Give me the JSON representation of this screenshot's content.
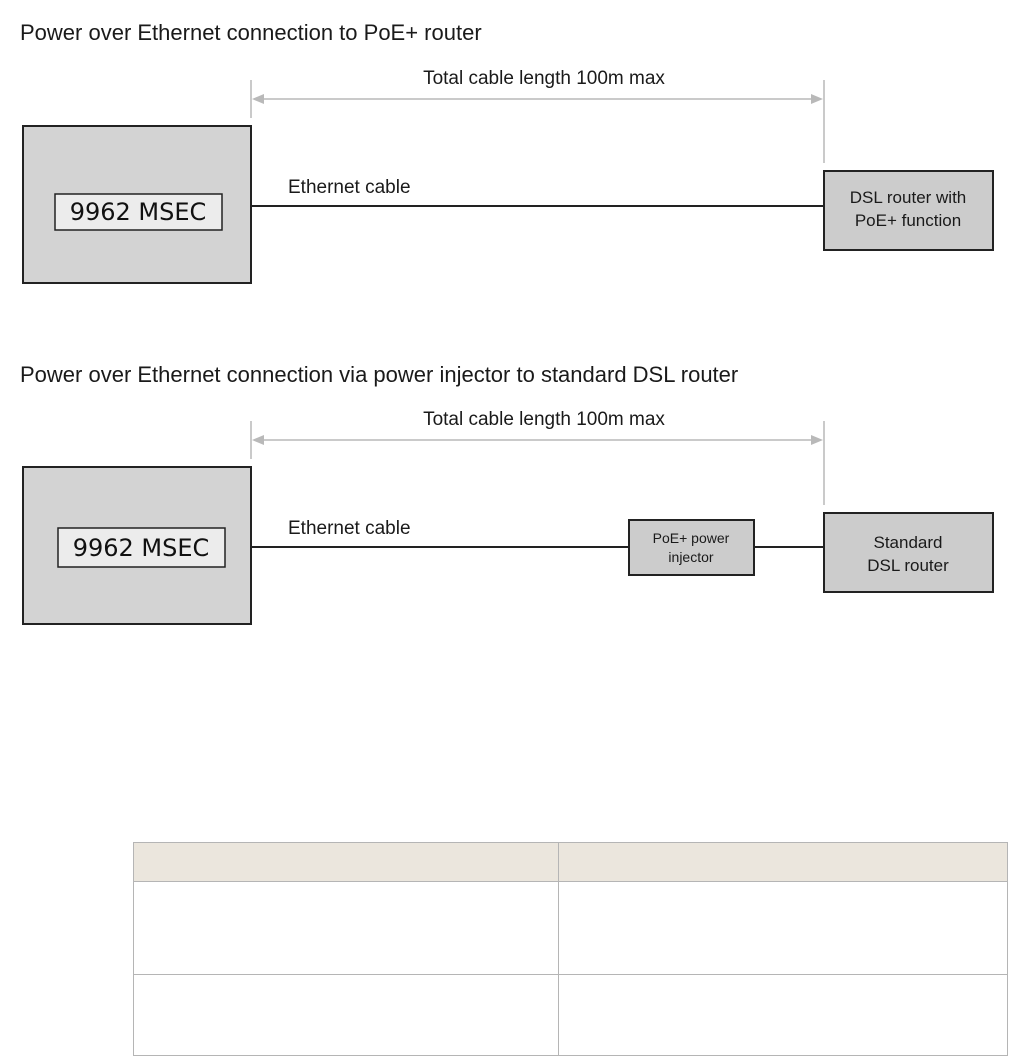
{
  "diagram1": {
    "heading": "Power over Ethernet connection to PoE+ router",
    "dimension_label": "Total cable length 100m max",
    "cable_label": "Ethernet cable",
    "device_label": "9962 MSEC",
    "router_label_lines": [
      "DSL router with",
      "PoE+ function"
    ]
  },
  "diagram2": {
    "heading": "Power over Ethernet connection via power injector to standard DSL router",
    "dimension_label": "Total cable length 100m max",
    "cable_label": "Ethernet cable",
    "device_label": "9962 MSEC",
    "injector_label_lines": [
      "PoE+ power",
      "injector"
    ],
    "router_label_lines": [
      "Standard",
      "DSL router"
    ]
  },
  "table": {
    "headers": [
      "",
      ""
    ],
    "rows": [
      [
        "",
        ""
      ],
      [
        "",
        ""
      ]
    ]
  },
  "colors": {
    "device_fill": "#d3d3d3",
    "router_fill": "#cccccc",
    "outline": "#222222",
    "dimension_line": "#b9b9b9",
    "cable_line": "#222222",
    "table_header_fill": "#ebe6dd",
    "table_border": "#b5b5b5"
  }
}
